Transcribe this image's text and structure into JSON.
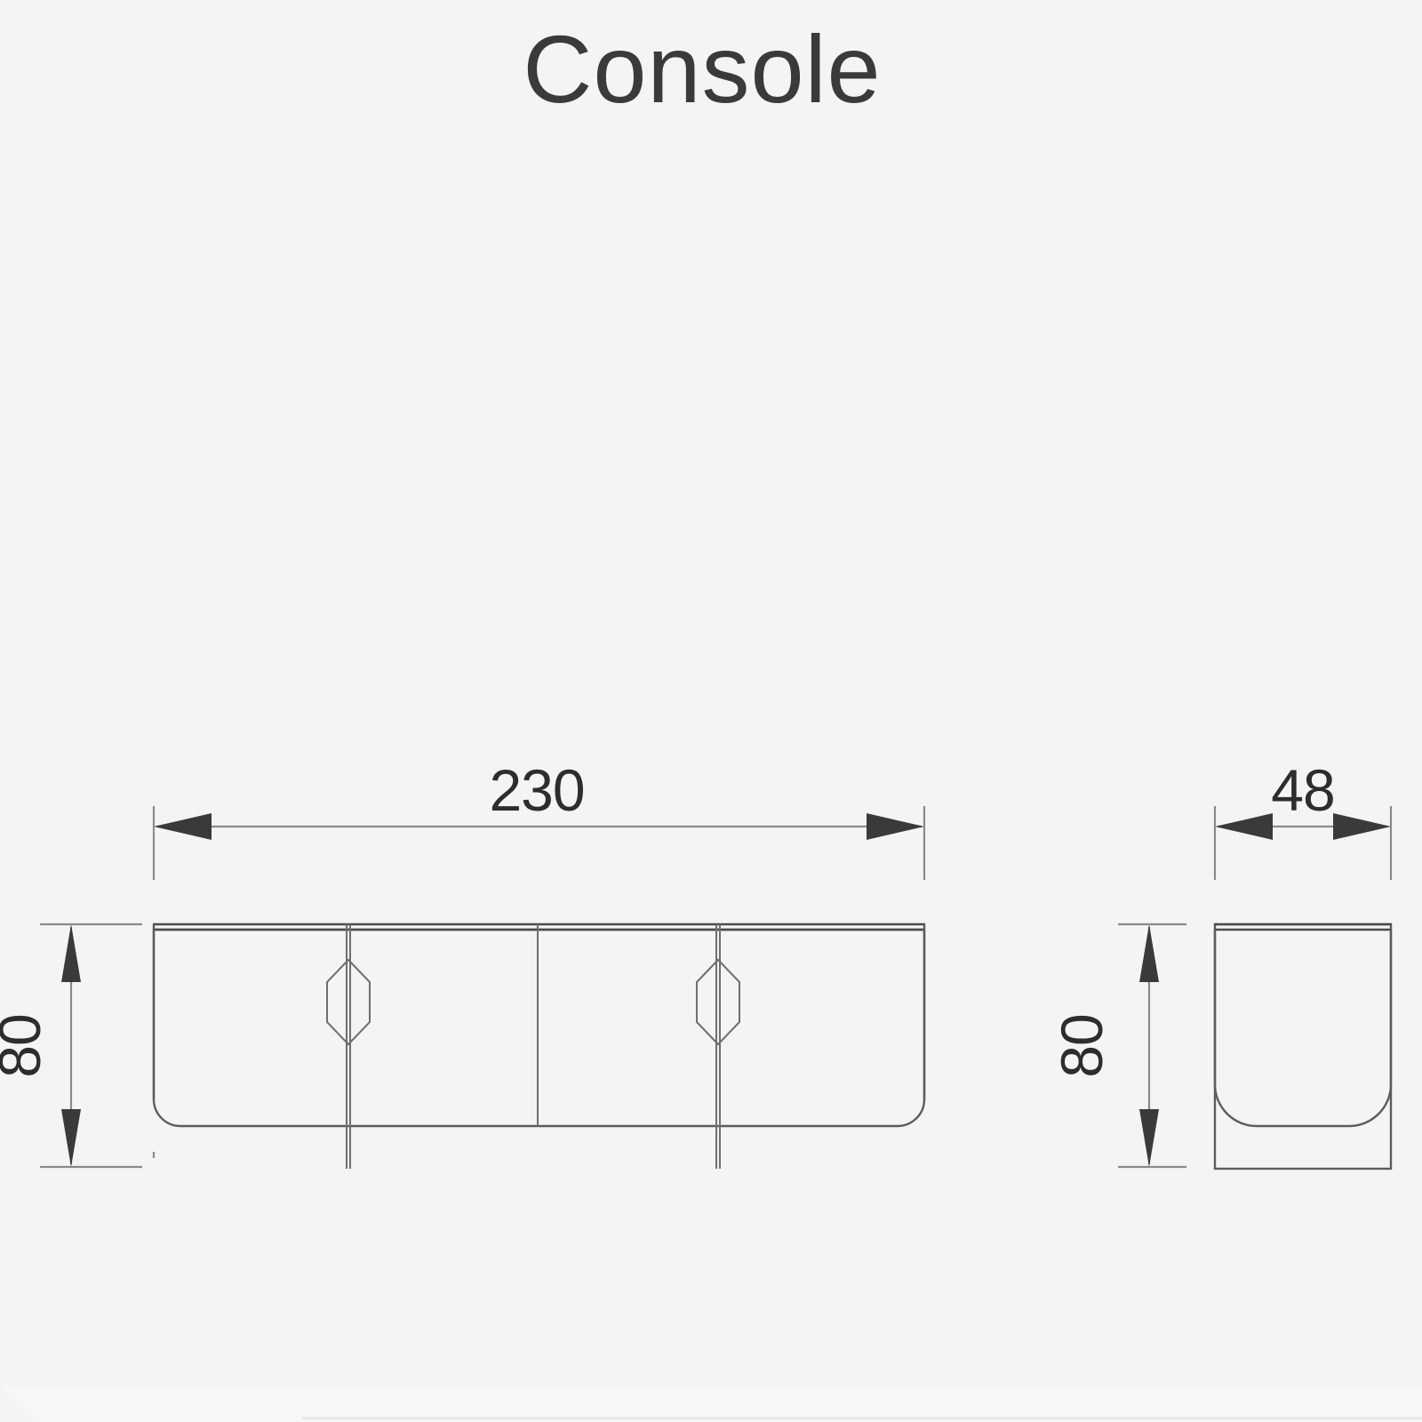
{
  "page": {
    "title": "Console",
    "background_color": "#f4f4f4",
    "line_color": "#5c5c5c",
    "dim_color": "#2d2d2d",
    "ext_color": "#8a8a8a"
  },
  "drawing": {
    "type": "technical-orthographic-drawing",
    "units_implied": "cm",
    "views": [
      {
        "name": "front-view",
        "label": ""
      },
      {
        "name": "side-view",
        "label": ""
      }
    ]
  },
  "dimensions": {
    "width": {
      "value": "230",
      "view": "front-view",
      "orientation": "horizontal",
      "arrow_style": "outward-filled"
    },
    "height_front": {
      "value": "80",
      "view": "front-view",
      "orientation": "vertical",
      "rotated": true,
      "arrow_style": "outward-filled"
    },
    "depth": {
      "value": "48",
      "view": "side-view",
      "orientation": "horizontal",
      "arrow_style": "outward-filled"
    },
    "height_side": {
      "value": "80",
      "view": "side-view",
      "orientation": "vertical",
      "rotated": true,
      "arrow_style": "outward-filled"
    }
  },
  "front_view": {
    "doors": 4,
    "handles": 2,
    "handle_shape": "elongated-hexagon",
    "top_panel": "double-line",
    "bottom_corners": "rounded"
  },
  "side_view": {
    "outline": "rectangle",
    "inner_profile": "rounded-bottom",
    "top_panel": "double-line"
  }
}
